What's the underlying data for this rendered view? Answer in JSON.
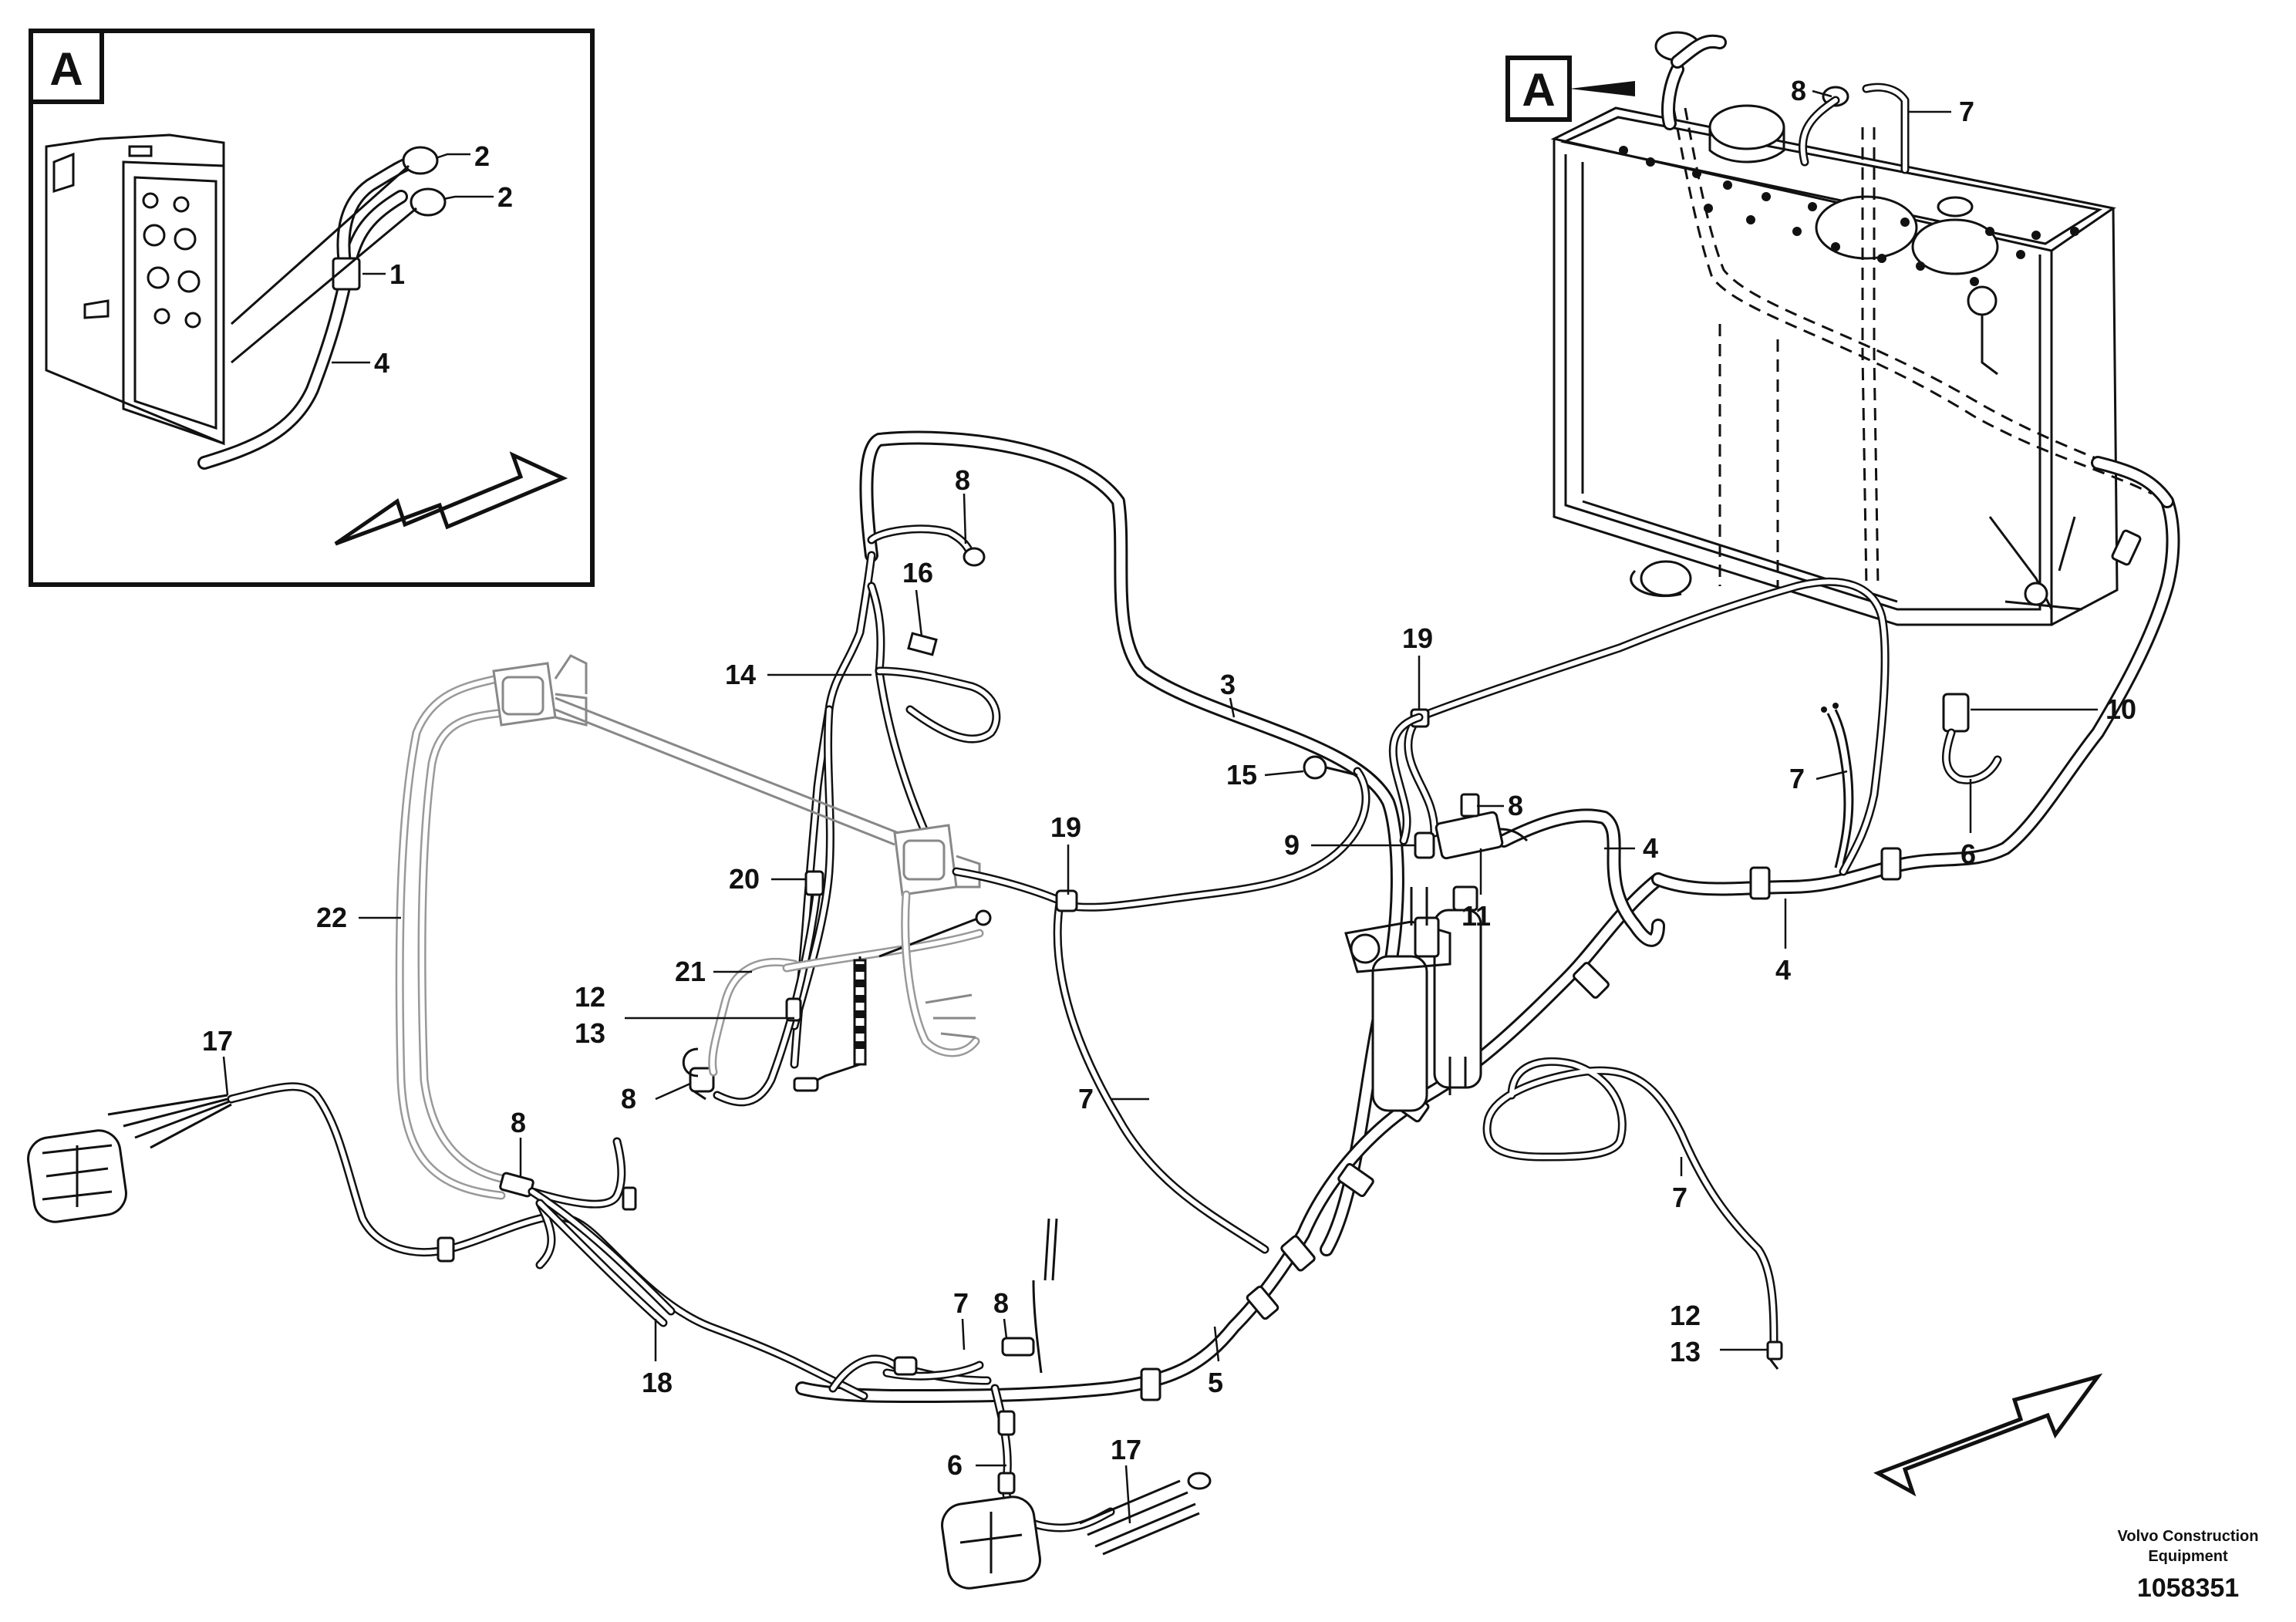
{
  "detail_view": {
    "letter": "A",
    "callouts": [
      "2",
      "2",
      "1",
      "4"
    ]
  },
  "main_view": {
    "detail_reference": "A",
    "callouts": {
      "c3": "3",
      "c4a": "4",
      "c4b": "4",
      "c5": "5",
      "c6a": "6",
      "c6b": "6",
      "c7a": "7",
      "c7b": "7",
      "c7c": "7",
      "c7d": "7",
      "c7e": "7",
      "c8a": "8",
      "c8b": "8",
      "c8c": "8",
      "c8d": "8",
      "c8e": "8",
      "c9": "9",
      "c10": "10",
      "c11": "11",
      "c12a": "12",
      "c13a": "13",
      "c12b": "12",
      "c13b": "13",
      "c14": "14",
      "c15": "15",
      "c16": "16",
      "c17a": "17",
      "c17b": "17",
      "c18": "18",
      "c19a": "19",
      "c19b": "19",
      "c20": "20",
      "c21": "21",
      "c22": "22"
    }
  },
  "footer": {
    "brand_line1": "Volvo Construction",
    "brand_line2": "Equipment",
    "drawing_number": "1058351"
  }
}
